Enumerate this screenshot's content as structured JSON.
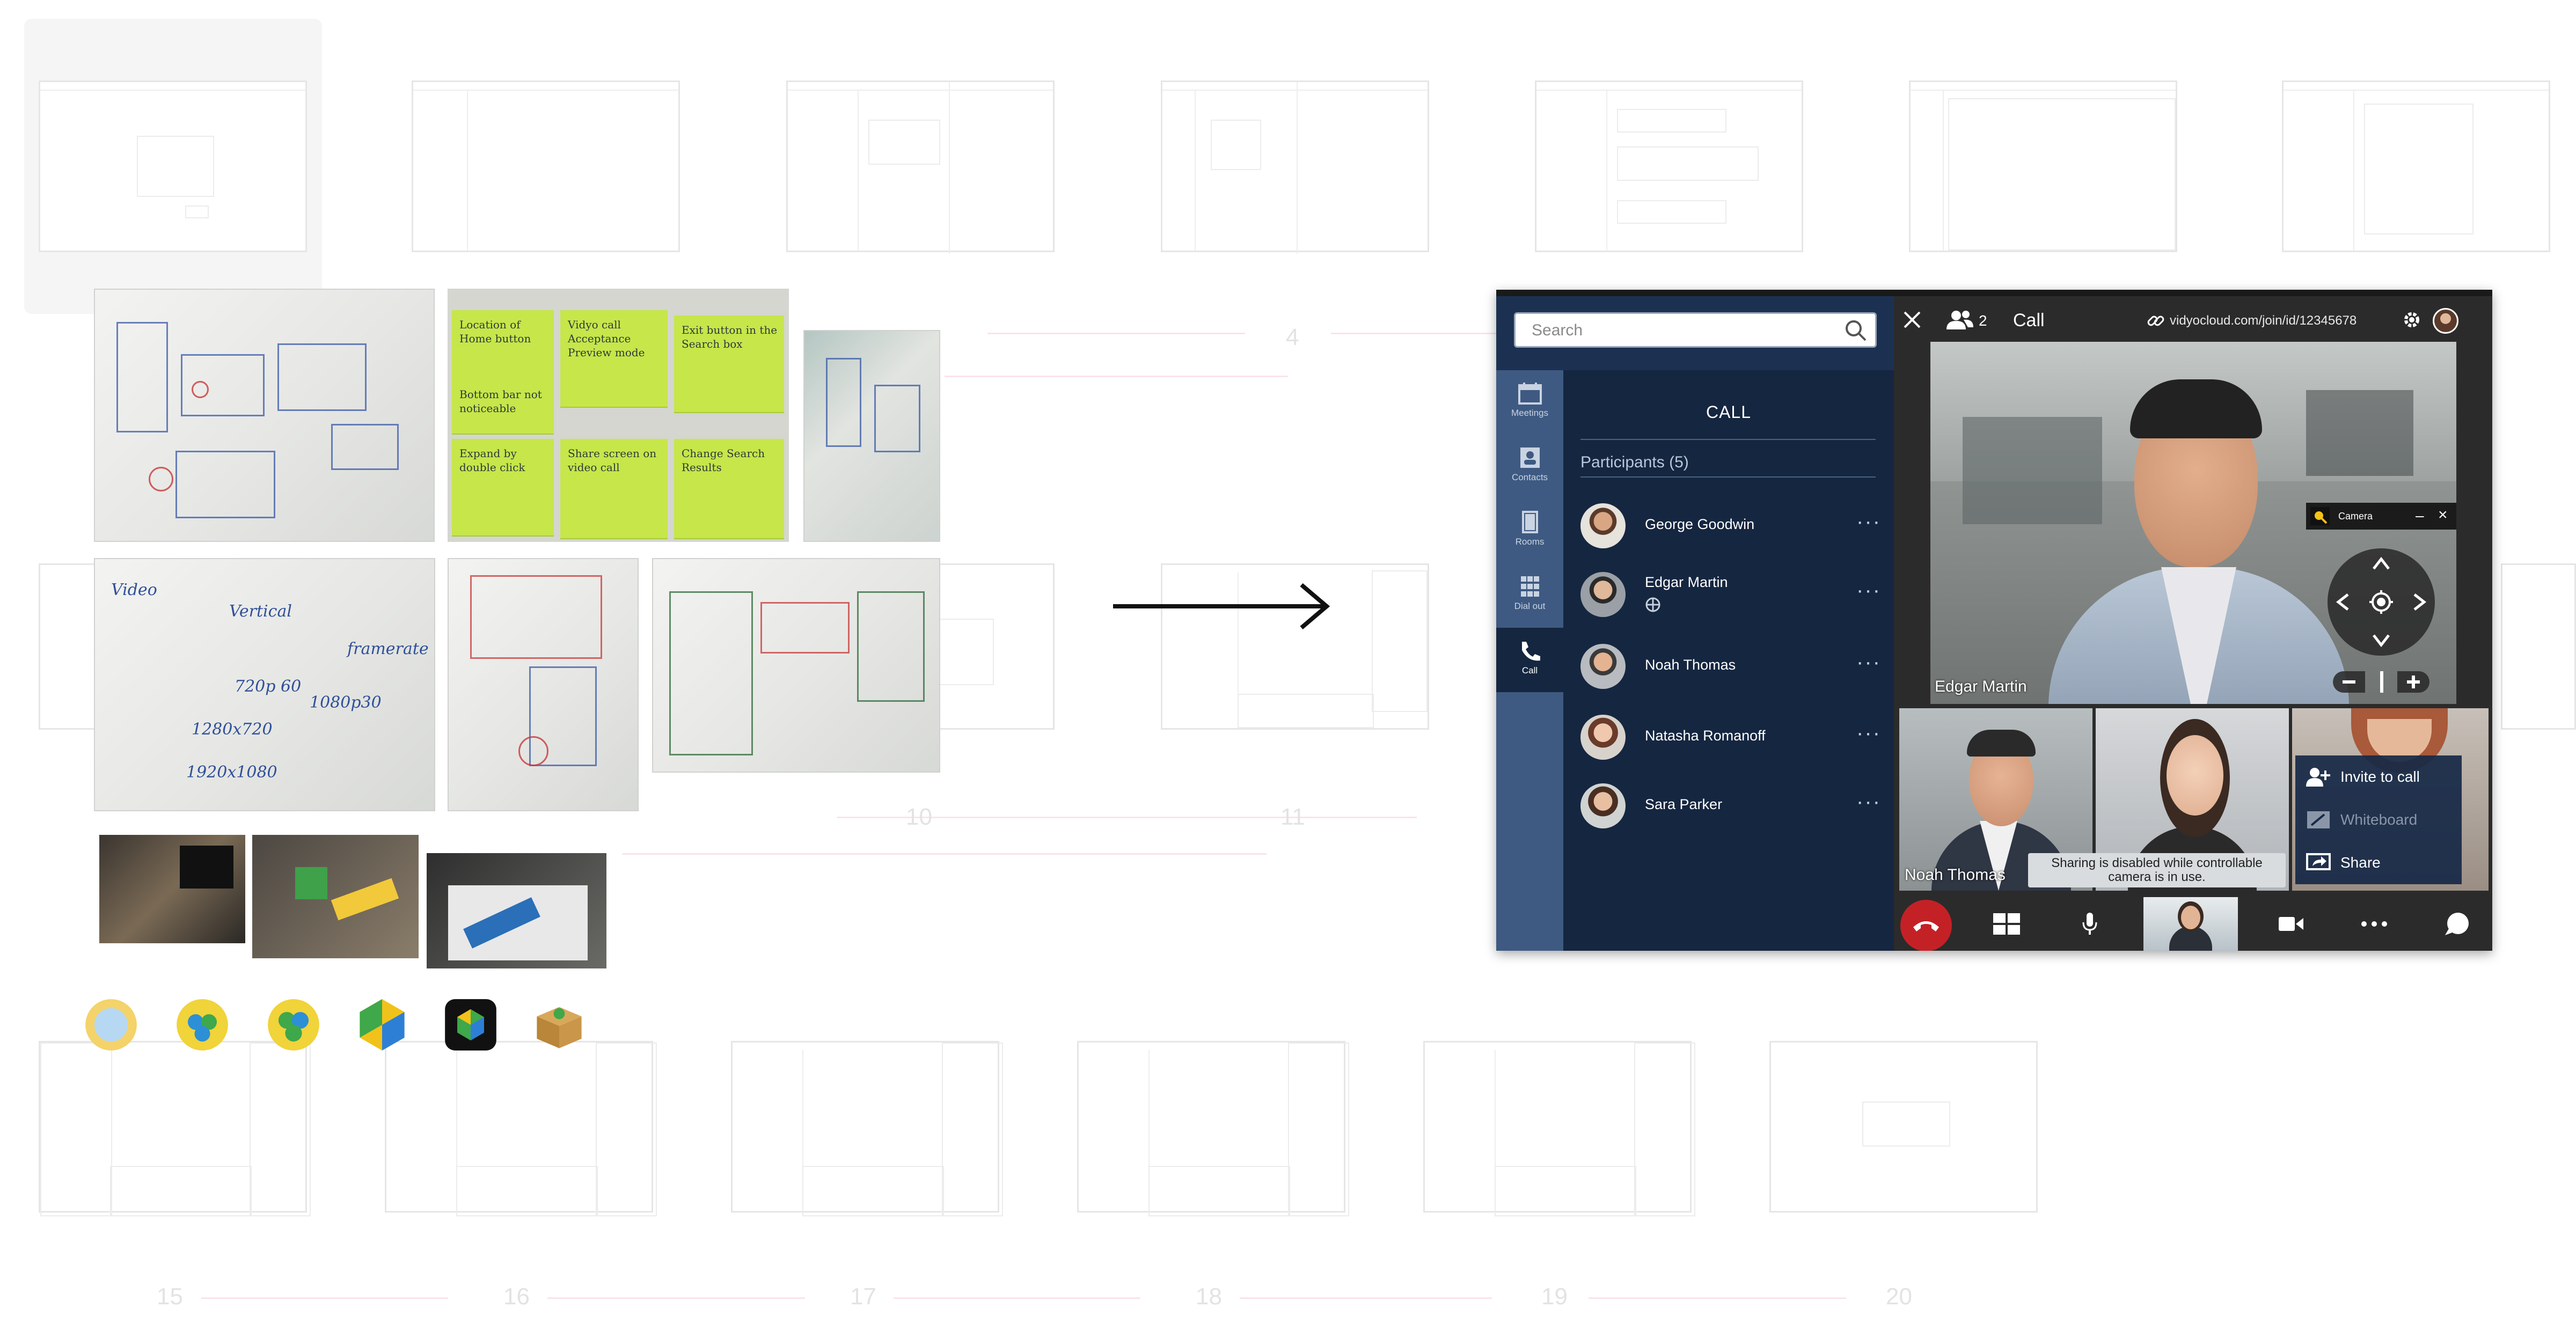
{
  "wireframe_step_numbers": [
    "4",
    "10",
    "11",
    "15",
    "16",
    "17",
    "18",
    "19",
    "20"
  ],
  "app": {
    "search": {
      "placeholder": "Search"
    },
    "nav": [
      {
        "label": "Meetings",
        "icon": "calendar-icon"
      },
      {
        "label": "Contacts",
        "icon": "contacts-icon"
      },
      {
        "label": "Rooms",
        "icon": "room-icon"
      },
      {
        "label": "Dial out",
        "icon": "dialpad-icon"
      },
      {
        "label": "Call",
        "icon": "phone-icon"
      }
    ],
    "panel": {
      "title": "CALL",
      "participants_label": "Participants (5)",
      "participants": [
        "George Goodwin",
        "Edgar Martin",
        "Noah Thomas",
        "Natasha Romanoff",
        "Sara Parker"
      ]
    },
    "video": {
      "participant_count": "2",
      "title": "Call",
      "link": "vidyocloud.com/join/id/12345678",
      "main_label": "Edgar Martin",
      "tile_label": "Noah Thomas",
      "camera_panel": {
        "title": "Camera",
        "minimize": "–",
        "close": "×"
      },
      "sharing_notice": "Sharing is disabled while controllable camera is in use.",
      "menu": [
        "Invite to call",
        "Whiteboard",
        "Share"
      ]
    }
  },
  "colors": {
    "nav_bg": "#3e5a82",
    "panel_bg": "#152640",
    "video_bg": "#2b2b2b",
    "hangup": "#c42126",
    "sticky_note": "#c6e64a"
  },
  "sketches": {
    "notes": [
      "Location of Home button",
      "Vidyo call Acceptance Preview mode",
      "Exit button in the Search box",
      "Bottom bar not noticeable",
      "Expand by double click",
      "Share screen on video call",
      "Change Search Results"
    ]
  }
}
